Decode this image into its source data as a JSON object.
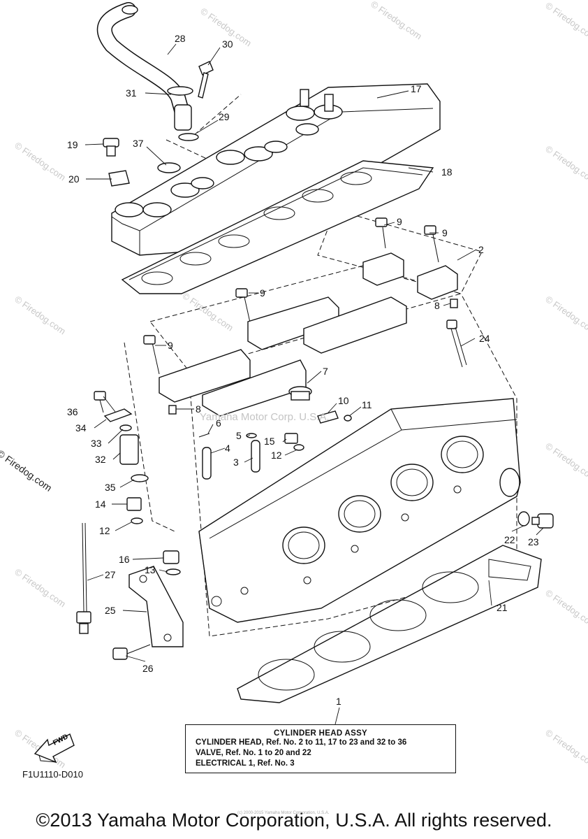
{
  "callouts": {
    "c1": "1",
    "c2": "2",
    "c3": "3",
    "c4": "4",
    "c5": "5",
    "c6": "6",
    "c7": "7",
    "c8a": "8",
    "c8b": "8",
    "c9a": "9",
    "c9b": "9",
    "c9c": "9",
    "c9d": "9",
    "c10": "10",
    "c11": "11",
    "c12a": "12",
    "c12b": "12",
    "c13": "13",
    "c14": "14",
    "c15": "15",
    "c16": "16",
    "c17": "17",
    "c18": "18",
    "c19": "19",
    "c20": "20",
    "c21": "21",
    "c22": "22",
    "c23": "23",
    "c24": "24",
    "c25": "25",
    "c26": "26",
    "c27": "27",
    "c28": "28",
    "c29": "29",
    "c30": "30",
    "c31": "31",
    "c32": "32",
    "c33": "33",
    "c34": "34",
    "c35": "35",
    "c36": "36",
    "c37": "37"
  },
  "assy_box": {
    "title": "CYLINDER HEAD ASSY",
    "line1": "CYLINDER HEAD,  Ref. No. 2 to 11, 17 to 23 and 32 to 36",
    "line2": "VALVE, Ref. No. 1 to 20 and 22",
    "line3": "ELECTRICAL 1,  Ref. No. 3"
  },
  "fwd_label": "FWD",
  "diagram_code": "F1U1110-D010",
  "copyright": "©2013 Yamaha Motor Corporation, U.S.A. All rights reserved.",
  "watermark": {
    "brand": "© Firedog.com",
    "center": "Yamaha Motor Corp. U.S.A.",
    "small": "(c) 2000-2015 Yamaha Motor Corporation, U.S.A."
  }
}
